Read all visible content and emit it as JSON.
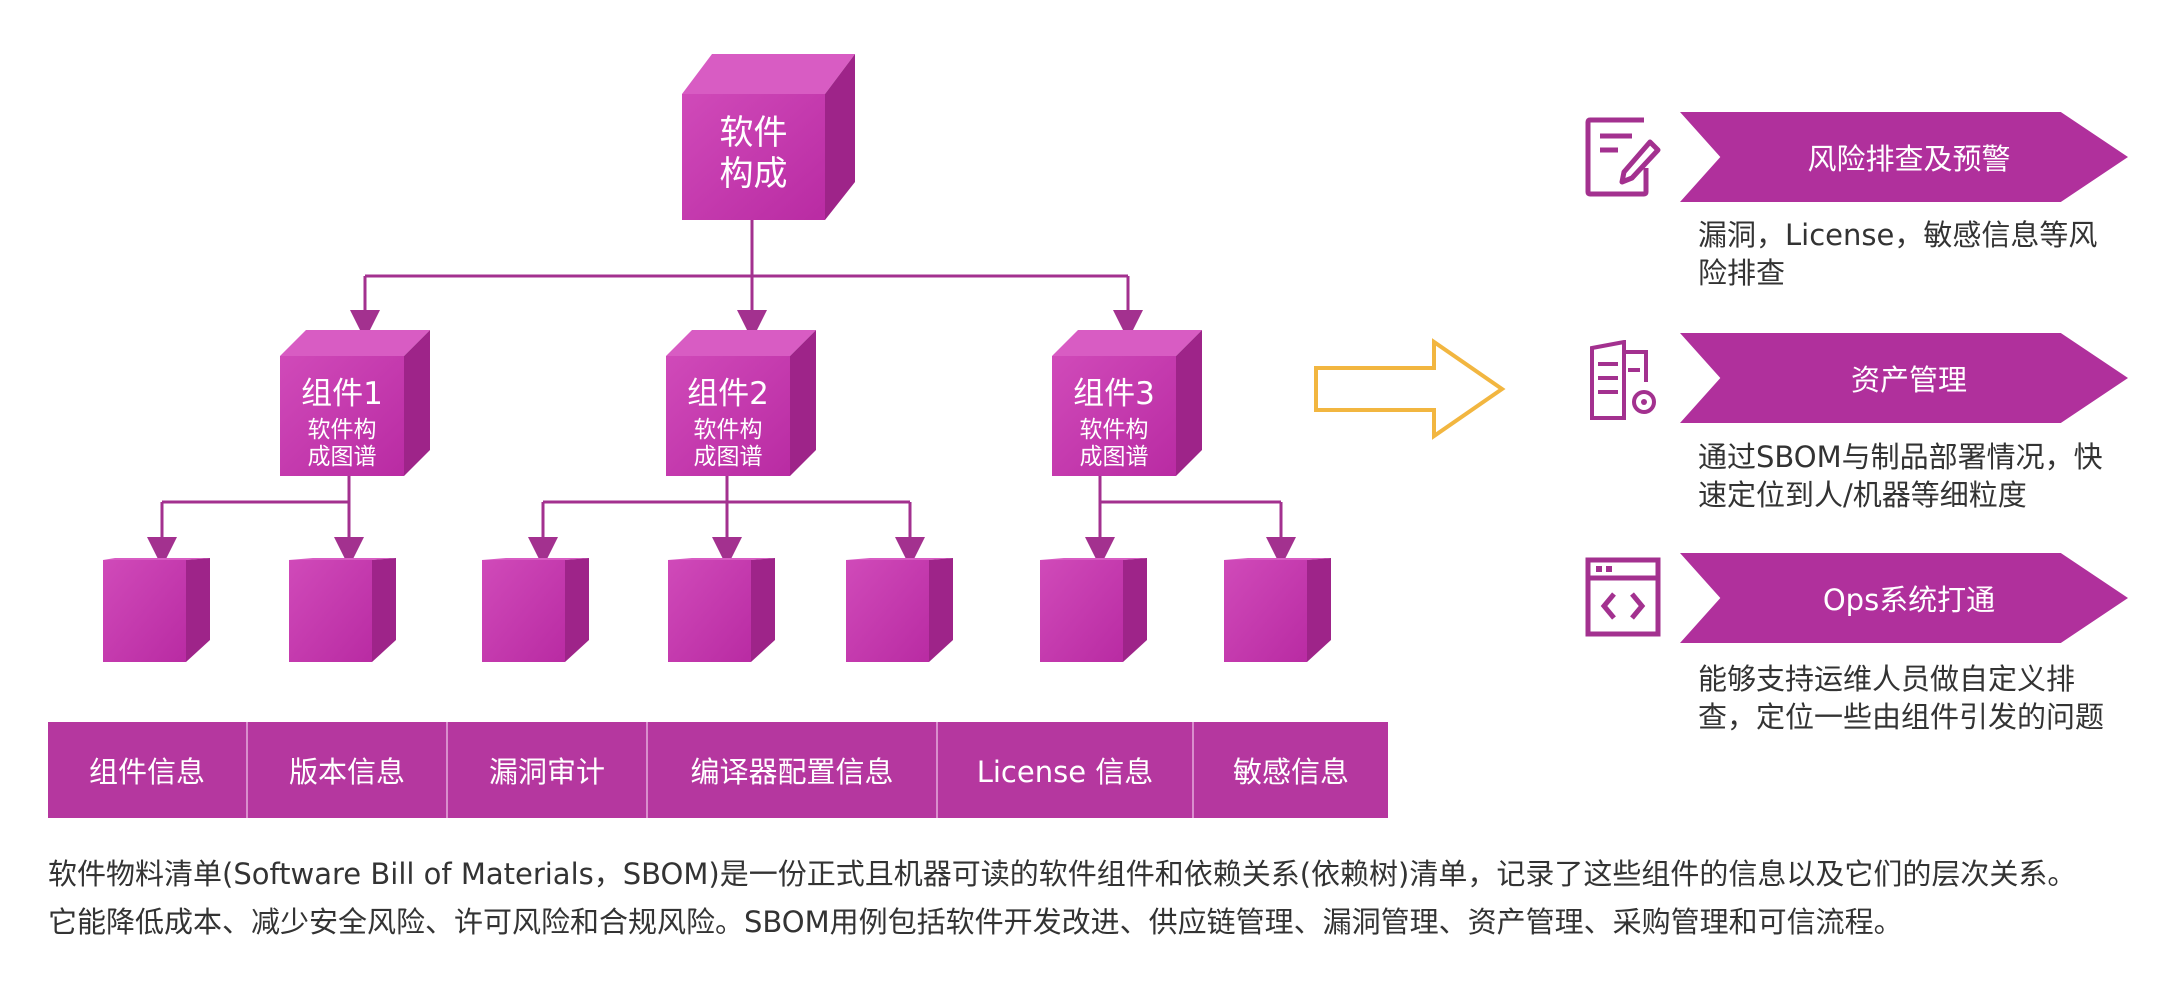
{
  "root": {
    "title_line1": "软件",
    "title_line2": "构成"
  },
  "components": [
    {
      "title": "组件1",
      "sub_line1": "软件构",
      "sub_line2": "成图谱"
    },
    {
      "title": "组件2",
      "sub_line1": "软件构",
      "sub_line2": "成图谱"
    },
    {
      "title": "组件3",
      "sub_line1": "软件构",
      "sub_line2": "成图谱"
    }
  ],
  "info_bar": [
    "组件信息",
    "版本信息",
    "漏洞审计",
    "编译器配置信息",
    "License 信息",
    "敏感信息"
  ],
  "description": {
    "line1": "软件物料清单(Software Bill of Materials，SBOM)是一份正式且机器可读的软件组件和依赖关系(依赖树)清单，记录了这些组件的信息以及它们的层次关系。",
    "line2": "它能降低成本、减少安全风险、许可风险和合规风险。SBOM用例包括软件开发改进、供应链管理、漏洞管理、资产管理、采购管理和可信流程。"
  },
  "features": [
    {
      "icon": "edit-document-icon",
      "title": "风险排查及预警",
      "desc_line1": "漏洞，License，敏感信息等风",
      "desc_line2": "险排查"
    },
    {
      "icon": "asset-settings-icon",
      "title": "资产管理",
      "desc_line1": "通过SBOM与制品部署情况，快",
      "desc_line2": "速定位到人/机器等细粒度"
    },
    {
      "icon": "code-window-icon",
      "title": "Ops系统打通",
      "desc_line1": "能够支持运维人员做自定义排",
      "desc_line2": "查，定位一些由组件引发的问题"
    }
  ],
  "colors": {
    "cube_front": "#c93ab3",
    "cube_top": "#d85cc3",
    "cube_side": "#9e2489",
    "line": "#a3318f",
    "arrow": "#f2b640"
  }
}
